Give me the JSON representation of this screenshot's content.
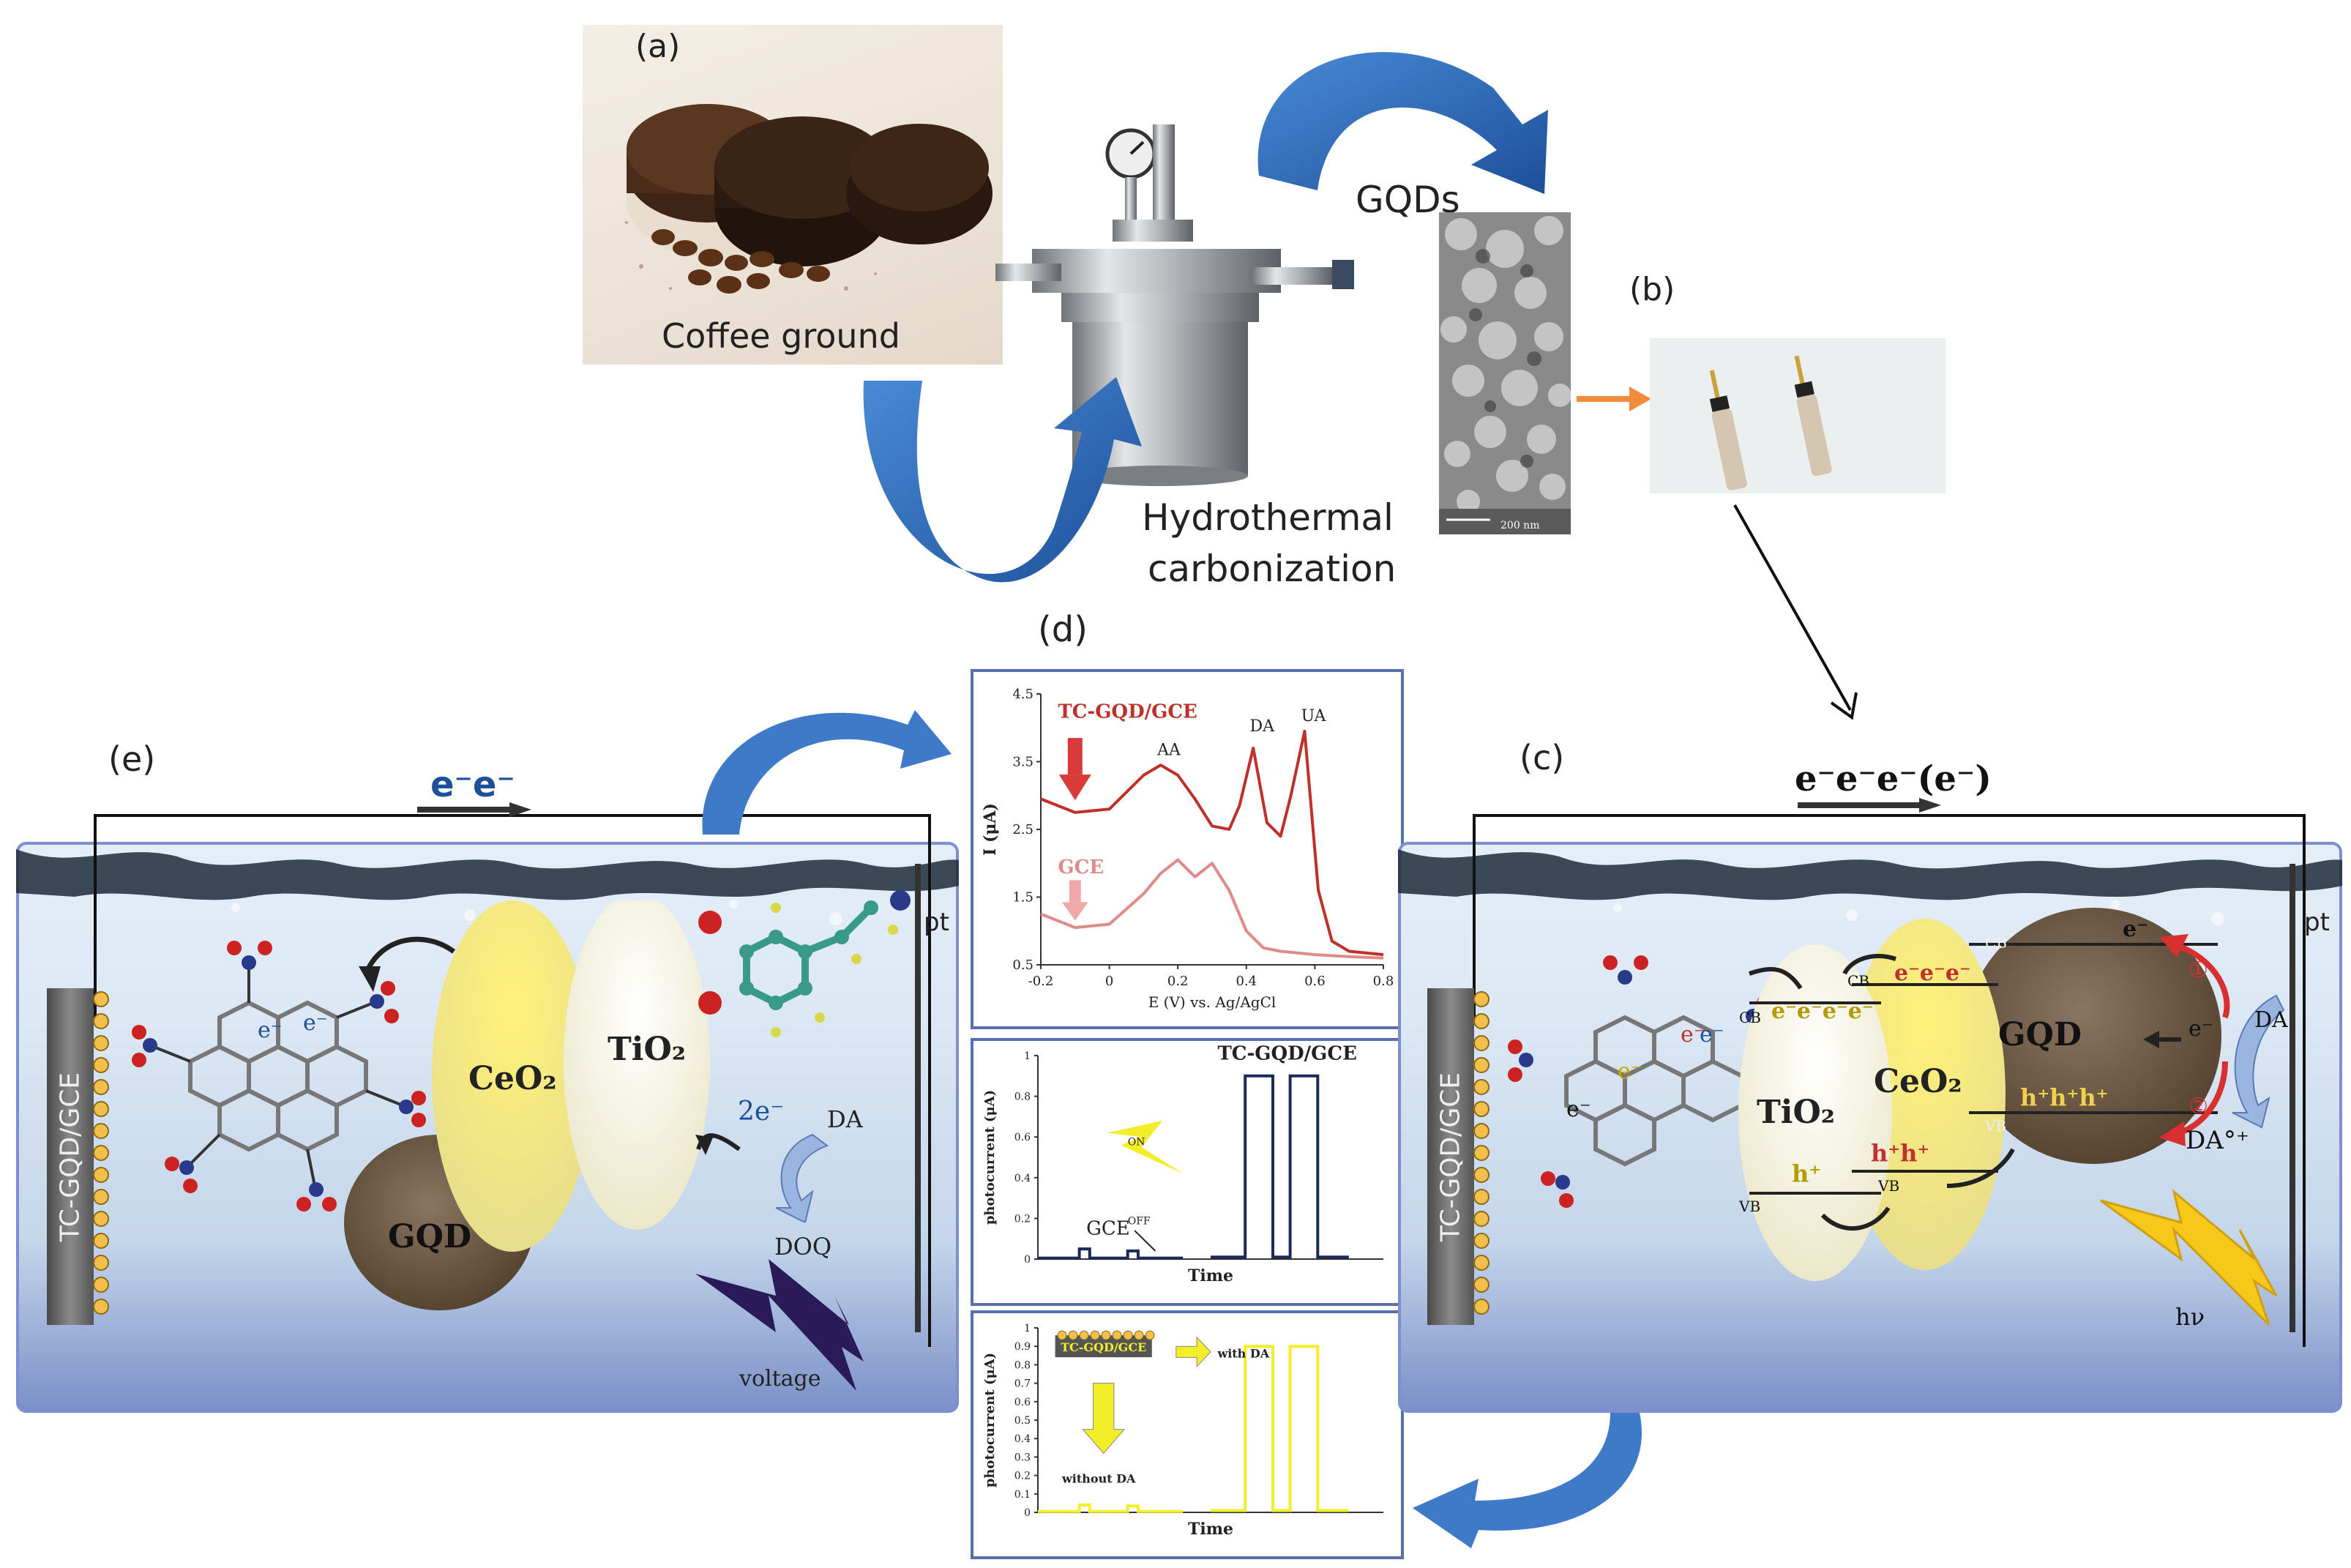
{
  "panels": {
    "a": {
      "tag": "(a)",
      "coffee_label": "Coffee ground",
      "hydro_label_1": "Hydrothermal",
      "hydro_label_2": "carbonization",
      "gqds_label": "GQDs",
      "sem_scale": "200 nm"
    },
    "b": {
      "tag": "(b)"
    },
    "d": {
      "tag": "(d)"
    },
    "e": {
      "tag": "(e)",
      "electrode": "TC-GQD/GCE",
      "pt": "pt",
      "electrons_top": "e⁻e⁻",
      "ceo2": "CeO₂",
      "tio2": "TiO₂",
      "gqd": "GQD",
      "e1": "e⁻",
      "e2": "e⁻",
      "two_e": "2e⁻",
      "da": "DA",
      "doq": "DOQ",
      "voltage": "voltage"
    },
    "c": {
      "tag": "(c)",
      "electrode": "TC-GQD/GCE",
      "pt": "pt",
      "electrons_top": "e⁻e⁻e⁻(e⁻)",
      "tio2": "TiO₂",
      "ceo2": "CeO₂",
      "gqd": "GQD",
      "cb": "CB",
      "vb": "VB",
      "tio2_e": "e⁻e⁻e⁻e⁻",
      "ceo2_e": "e⁻e⁻e⁻",
      "gqd_e": "e⁻",
      "tio2_h": "h⁺",
      "ceo2_h": "h⁺h⁺",
      "gqd_h": "h⁺h⁺h⁺",
      "mol_e1": "e⁻",
      "mol_e2": "e⁻",
      "mol_e3": "e⁻",
      "mol_e4": "e⁻",
      "da": "DA",
      "da_ox": "DA°⁺",
      "e_da": "e⁻",
      "step1": "①",
      "step2": "②",
      "hv": "hν"
    }
  },
  "chart_data": [
    {
      "type": "line",
      "title": "",
      "xlabel": "E (V) vs. Ag/AgCl",
      "ylabel": "I (μA)",
      "xlim": [
        -0.2,
        0.8
      ],
      "ylim": [
        0.5,
        4.5
      ],
      "xticks": [
        "-0.2",
        "0",
        "0.2",
        "0.4",
        "0.6",
        "0.8"
      ],
      "yticks": [
        "0.5",
        "1.5",
        "2.5",
        "3.5",
        "4.5"
      ],
      "annotations": [
        "AA",
        "DA",
        "UA"
      ],
      "series": [
        {
          "name": "TC-GQD/GCE",
          "color": "#c0302a",
          "x": [
            -0.2,
            -0.1,
            0,
            0.1,
            0.15,
            0.2,
            0.25,
            0.3,
            0.35,
            0.38,
            0.42,
            0.46,
            0.5,
            0.53,
            0.57,
            0.61,
            0.65,
            0.7,
            0.8
          ],
          "y": [
            2.95,
            2.75,
            2.8,
            3.3,
            3.45,
            3.3,
            2.95,
            2.55,
            2.5,
            2.85,
            3.7,
            2.6,
            2.4,
            3.0,
            3.95,
            1.6,
            0.85,
            0.7,
            0.65
          ]
        },
        {
          "name": "GCE",
          "color": "#e08a8a",
          "x": [
            -0.2,
            -0.1,
            0,
            0.1,
            0.15,
            0.2,
            0.25,
            0.3,
            0.35,
            0.4,
            0.45,
            0.5,
            0.6,
            0.7,
            0.8
          ],
          "y": [
            1.25,
            1.05,
            1.1,
            1.55,
            1.85,
            2.05,
            1.8,
            2.0,
            1.6,
            1.0,
            0.75,
            0.7,
            0.65,
            0.62,
            0.6
          ]
        }
      ]
    },
    {
      "type": "line",
      "title": "",
      "xlabel": "Time",
      "ylabel": "photocurrent (μA)",
      "ylim": [
        0,
        1
      ],
      "yticks": [
        "0",
        "0.2",
        "0.4",
        "0.6",
        "0.8",
        "1"
      ],
      "annotations": [
        "ON",
        "OFF"
      ],
      "series": [
        {
          "name": "TC-GQD/GCE",
          "color": "#1c2a5a",
          "x": [
            0.5,
            0.6,
            0.6,
            0.68,
            0.68,
            0.73,
            0.73,
            0.81,
            0.81,
            0.9
          ],
          "y": [
            0.01,
            0.01,
            0.9,
            0.9,
            0.01,
            0.01,
            0.9,
            0.9,
            0.01,
            0.01
          ]
        },
        {
          "name": "GCE",
          "color": "#1c2a5a",
          "x": [
            0,
            0.12,
            0.12,
            0.15,
            0.15,
            0.26,
            0.26,
            0.29,
            0.29,
            0.42
          ],
          "y": [
            0.005,
            0.005,
            0.05,
            0.05,
            0.005,
            0.005,
            0.04,
            0.04,
            0.005,
            0.005
          ]
        }
      ]
    },
    {
      "type": "line",
      "title": "",
      "xlabel": "Time",
      "ylabel": "photocurrent (μA)",
      "ylim": [
        0,
        1
      ],
      "yticks": [
        "0",
        "0.1",
        "0.2",
        "0.3",
        "0.4",
        "0.5",
        "0.6",
        "0.7",
        "0.8",
        "0.9",
        "1"
      ],
      "annotations": [
        "TC-GQD/GCE",
        "with DA",
        "without DA"
      ],
      "series": [
        {
          "name": "with DA",
          "color": "#f2ee2a",
          "x": [
            0.5,
            0.6,
            0.6,
            0.68,
            0.68,
            0.73,
            0.73,
            0.81,
            0.81,
            0.9
          ],
          "y": [
            0.01,
            0.01,
            0.9,
            0.9,
            0.01,
            0.01,
            0.9,
            0.9,
            0.01,
            0.01
          ]
        },
        {
          "name": "without DA",
          "color": "#f2ee2a",
          "x": [
            0,
            0.12,
            0.12,
            0.15,
            0.15,
            0.26,
            0.26,
            0.29,
            0.29,
            0.42
          ],
          "y": [
            0.005,
            0.005,
            0.04,
            0.04,
            0.005,
            0.005,
            0.035,
            0.035,
            0.005,
            0.005
          ]
        }
      ]
    }
  ]
}
